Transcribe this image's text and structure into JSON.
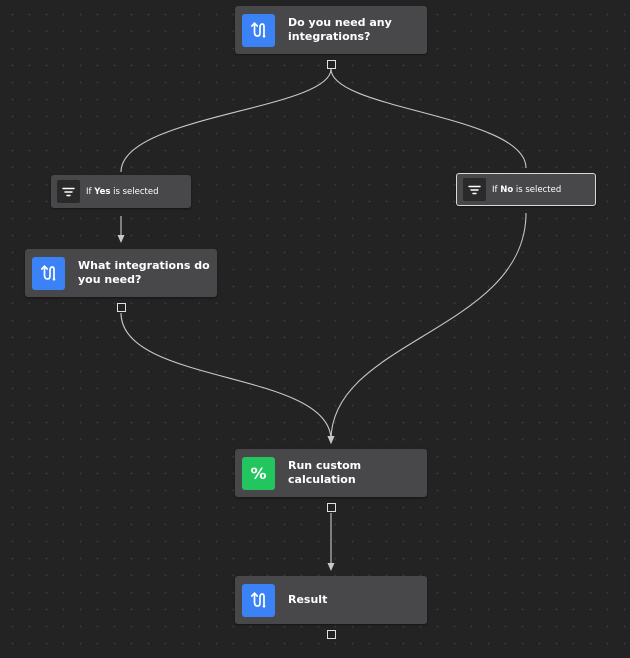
{
  "nodes": {
    "q1": {
      "icon": "route-icon",
      "label": "Do you need any integrations?"
    },
    "q2": {
      "icon": "route-icon",
      "label": "What integrations do you need?"
    },
    "calc": {
      "icon": "percent-icon",
      "label": "Run custom calculation",
      "glyph": "%"
    },
    "result": {
      "icon": "route-icon",
      "label": "Result"
    }
  },
  "conditions": {
    "yes": {
      "prefix": "If ",
      "value": "Yes",
      "suffix": " is selected",
      "icon": "filter-icon"
    },
    "no": {
      "prefix": "If ",
      "value": "No",
      "suffix": " is selected",
      "icon": "filter-icon",
      "selected": true
    }
  },
  "colors": {
    "canvas": "#232323",
    "node": "#48484a",
    "question_icon": "#3b82f6",
    "calculation_icon": "#22c55e",
    "edge": "#c8c8c8"
  }
}
